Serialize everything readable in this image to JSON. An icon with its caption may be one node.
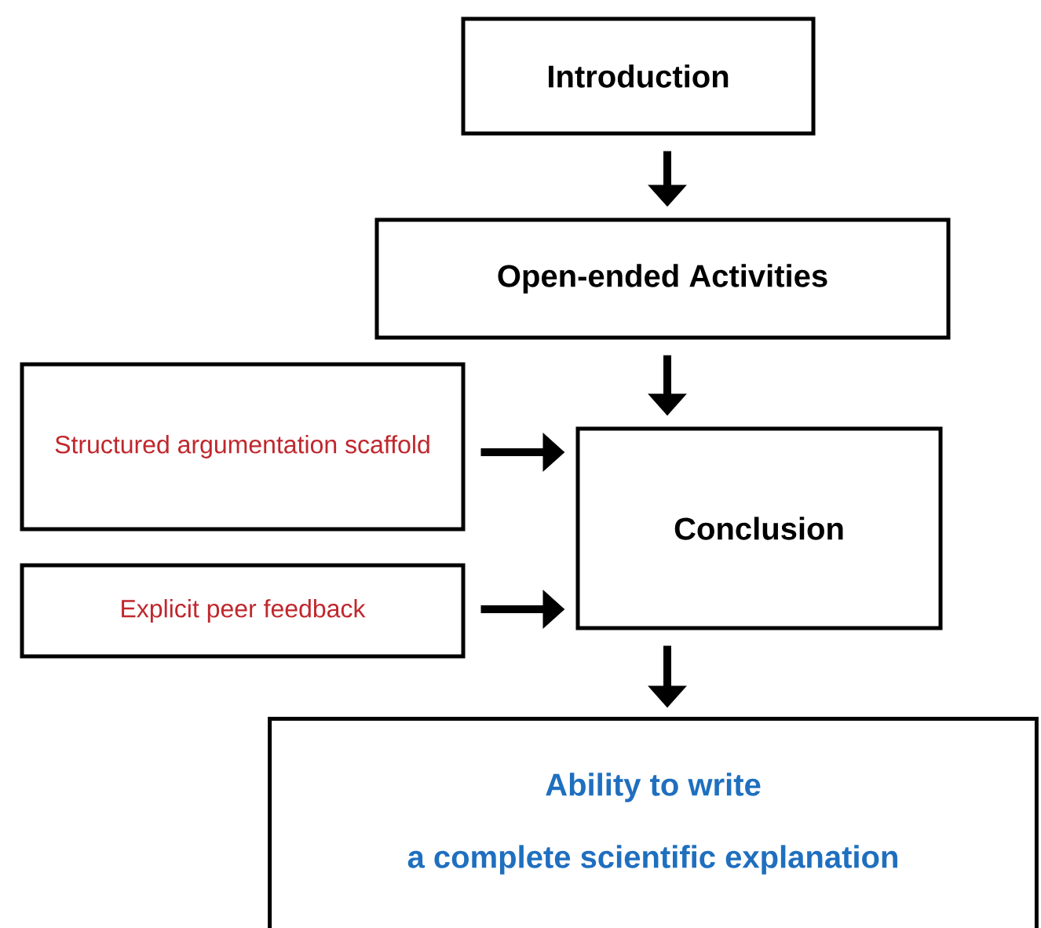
{
  "diagram": {
    "nodes": [
      {
        "text": [
          "Introduction"
        ]
      },
      {
        "text": [
          "Open-ended Activities"
        ]
      },
      {
        "text": [
          "Structured argumentation scaffold"
        ]
      },
      {
        "text": [
          "Conclusion"
        ]
      },
      {
        "text": [
          "Explicit peer feedback"
        ]
      },
      {
        "text": [
          "Ability to write",
          "a complete scientific explanation"
        ]
      }
    ],
    "edges": [
      {
        "from": 0,
        "to": 1,
        "arrow": "to"
      },
      {
        "from": 1,
        "to": 3,
        "arrow": "to"
      },
      {
        "from": 2,
        "to": 3,
        "arrow": "to"
      },
      {
        "from": 4,
        "to": 3,
        "arrow": "to"
      },
      {
        "from": 3,
        "to": 5,
        "arrow": "to"
      }
    ]
  }
}
